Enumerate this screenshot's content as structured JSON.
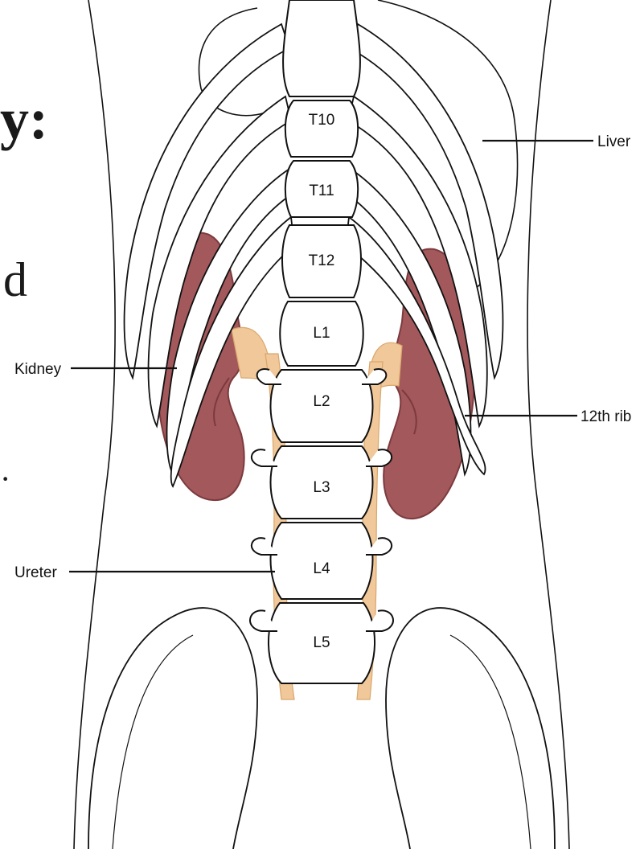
{
  "slide_fragments": {
    "heading": "y:",
    "body": "d",
    "bullet": "·"
  },
  "vertebrae": [
    "T10",
    "T11",
    "T12",
    "L1",
    "L2",
    "L3",
    "L4",
    "L5"
  ],
  "callouts": {
    "liver": "Liver",
    "kidney": "Kidney",
    "rib": "12th rib",
    "ureter": "Ureter"
  },
  "colors": {
    "kidney": "#a3585b",
    "kidney_dark": "#7c3a3e",
    "ureter": "#f1c89a",
    "bone_fill": "#ffffff",
    "outline": "#111111"
  }
}
